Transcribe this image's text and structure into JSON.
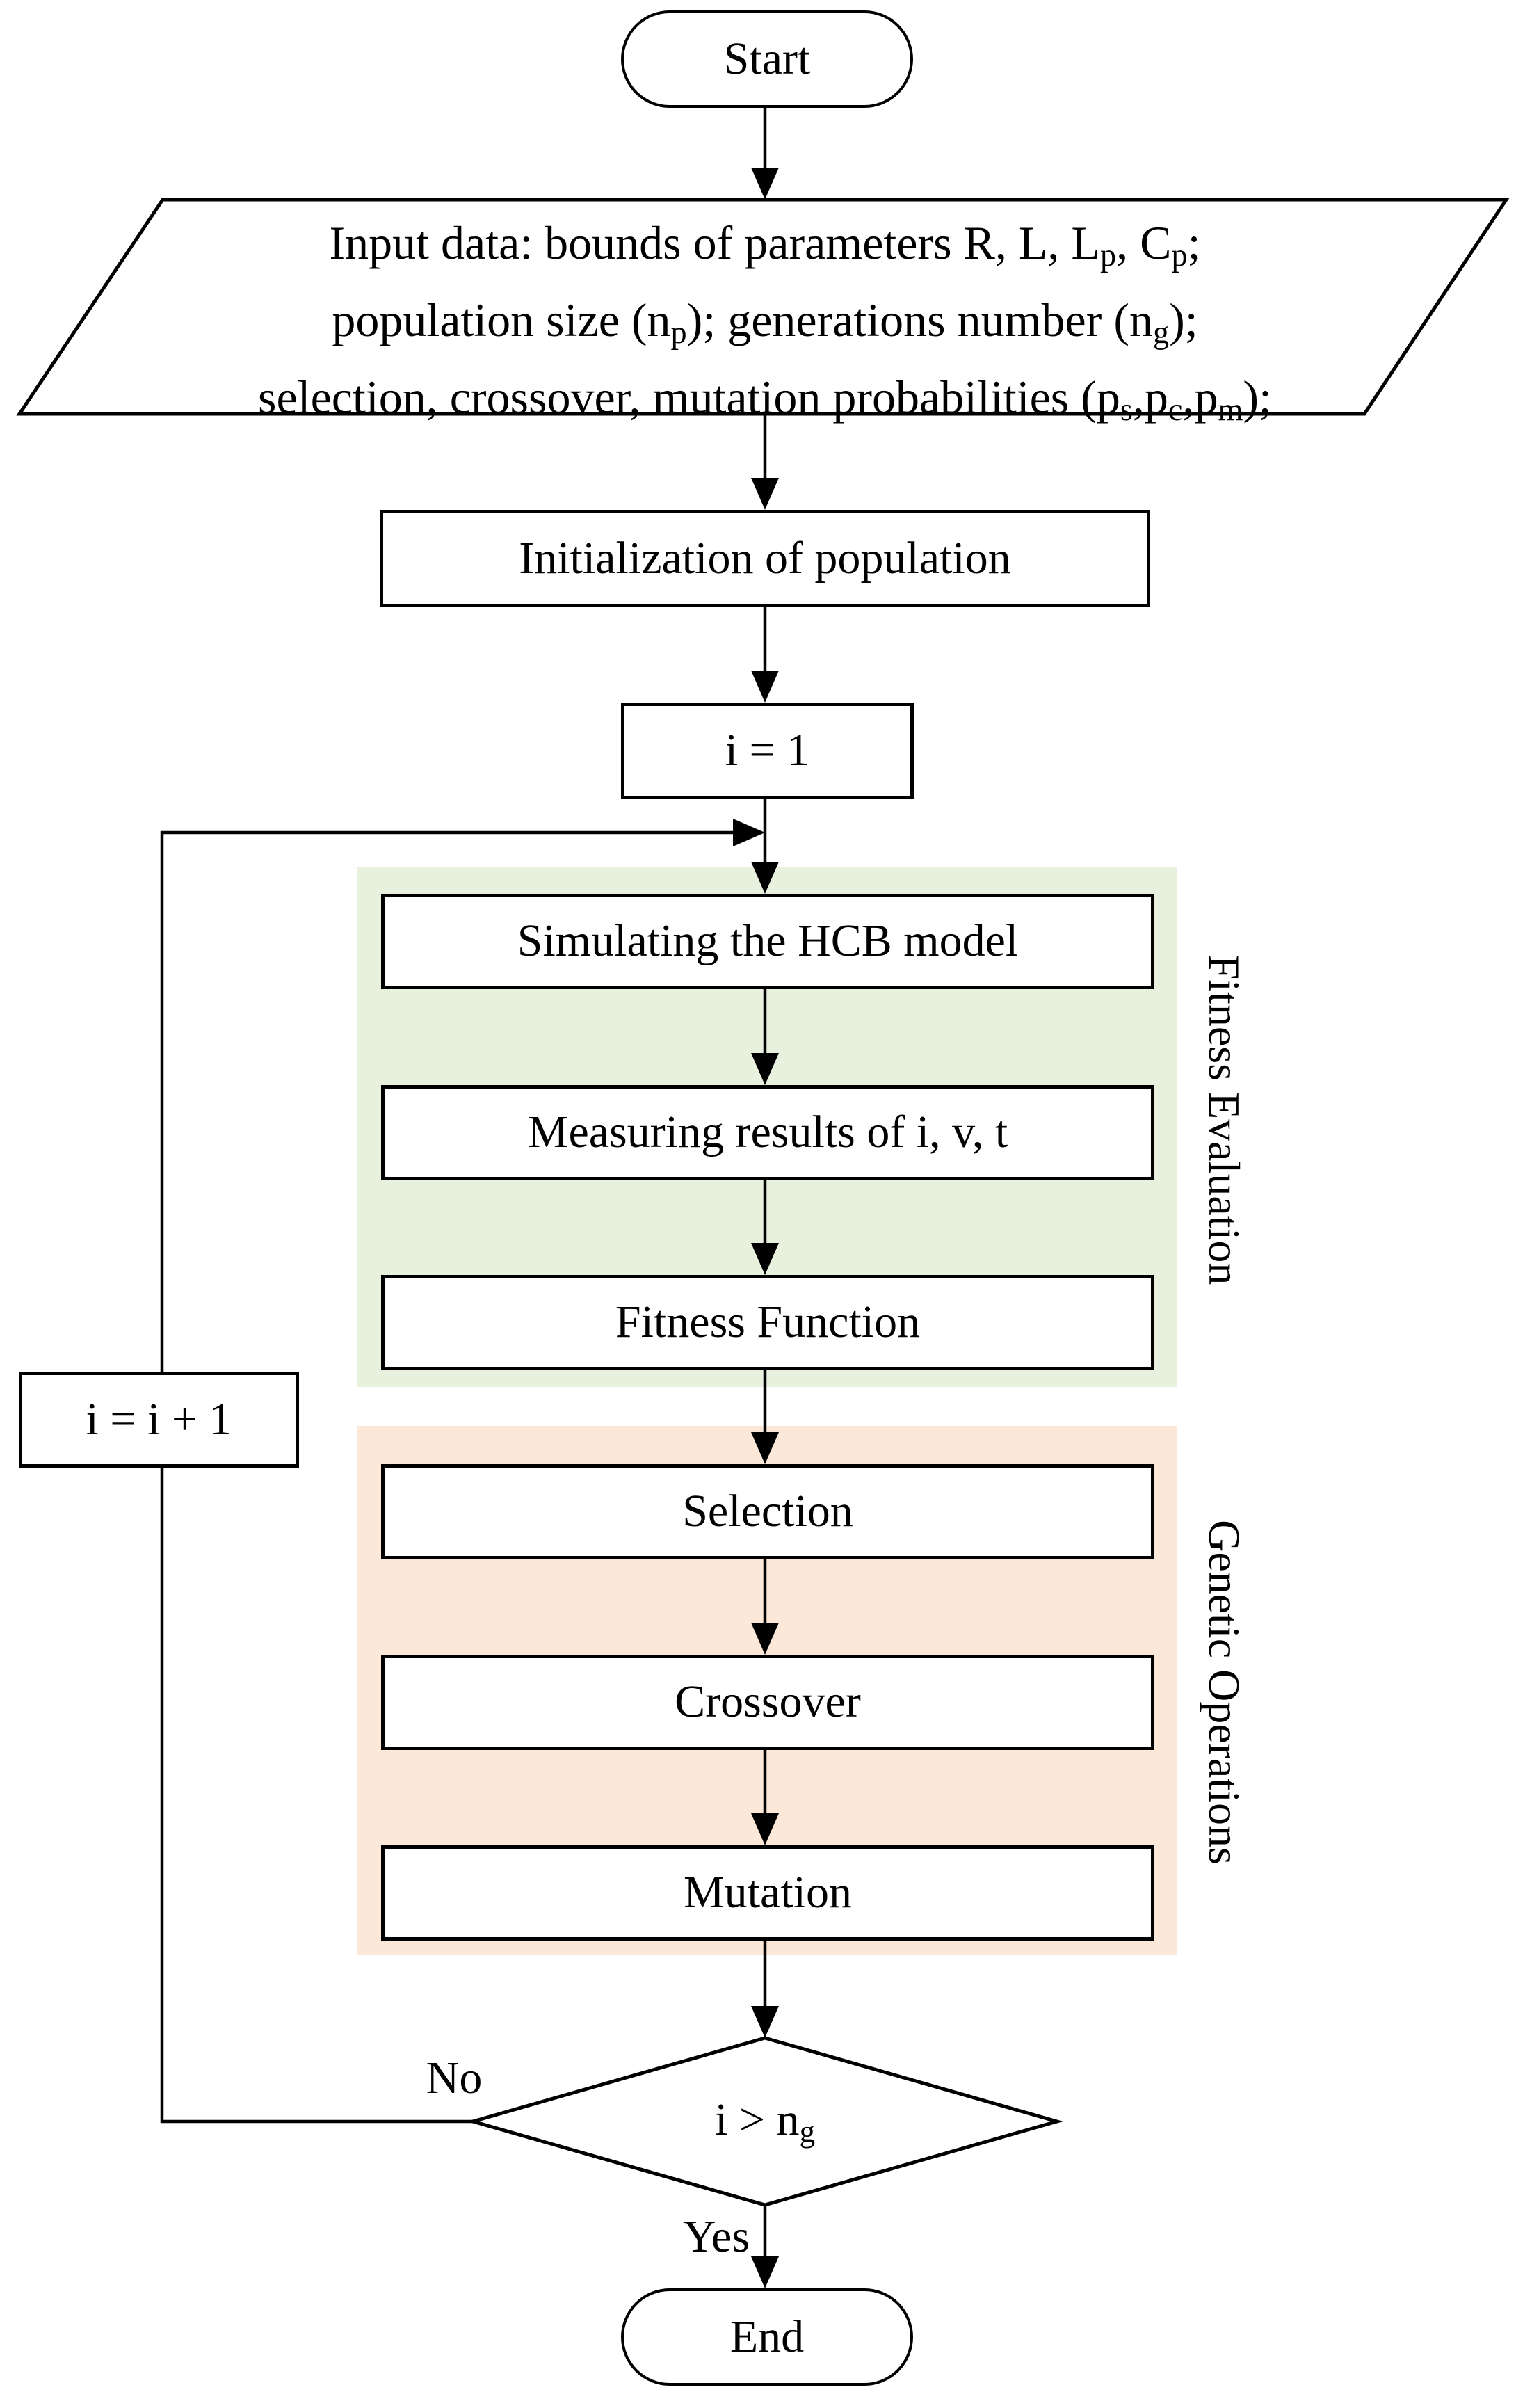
{
  "flow": {
    "start": "Start",
    "input": {
      "l1a": "Input data: bounds of parameters R, L, L",
      "l1b": "p",
      "l1c": ", C",
      "l1d": "p",
      "l1e": ";",
      "l2a": "population size (n",
      "l2b": "p",
      "l2c": "); generations number (n",
      "l2d": "g",
      "l2e": ");",
      "l3a": "selection, crossover, mutation probabilities (p",
      "l3b": "s",
      "l3c": ",p",
      "l3d": "c",
      "l3e": ",p",
      "l3f": "m",
      "l3g": ");"
    },
    "init": "Initialization of population",
    "set_i": "i = 1",
    "simulate": "Simulating the HCB model",
    "measure": "Measuring results of i, v, t",
    "fitness_fn": "Fitness Function",
    "selection": "Selection",
    "crossover": "Crossover",
    "mutation": "Mutation",
    "increment": "i = i + 1",
    "decision": {
      "pre": "i > n",
      "sub": "g"
    },
    "end": "End"
  },
  "labels": {
    "no": "No",
    "yes": "Yes",
    "fitness_region": "Fitness Evaluation",
    "genetic_region": "Genetic Operations"
  },
  "colors": {
    "fitness_region_bg": "#e8f0de",
    "genetic_region_bg": "#fbe8d9",
    "node_bg": "#ffffff",
    "line": "#000000"
  }
}
